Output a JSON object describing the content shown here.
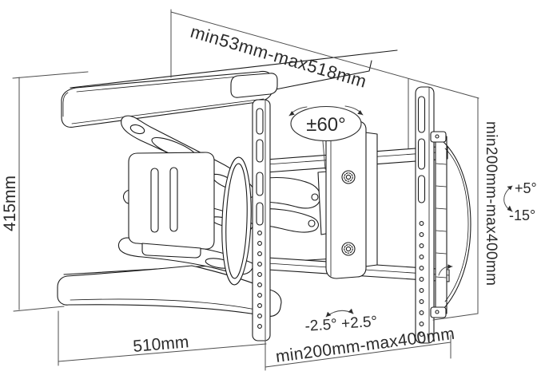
{
  "figure": {
    "background": "#ffffff",
    "stroke_color": "#1b1b1b",
    "dimension_color": "#4d4d4d",
    "text_color": "#2b2b2b"
  },
  "labels": {
    "top_depth_range": "min53mm-max518mm",
    "left_height": "415mm",
    "swivel_range": "±60°",
    "right_vesa_range": "min200mm-max400mm",
    "tilt_up": "+5°",
    "tilt_down": "-15°",
    "bottom_width": "510mm",
    "bottom_vesa_range": "min200mm-max400mm",
    "level_adjustment": "-2.5° +2.5°"
  }
}
